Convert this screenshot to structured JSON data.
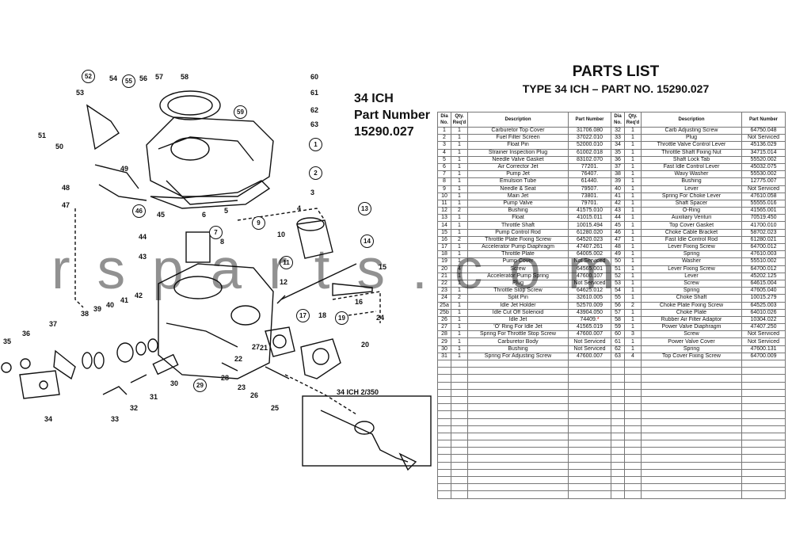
{
  "diagram": {
    "heading": {
      "line1": "34 ICH",
      "line2": "Part Number",
      "line3": "15290.027"
    },
    "inset_label": "34 ICH 2/350",
    "callouts": [
      "52",
      "55",
      "56",
      "57",
      "58",
      "59",
      "1",
      "2",
      "3",
      "4",
      "9",
      "10",
      "11",
      "12",
      "13",
      "14",
      "15",
      "16",
      "17",
      "18",
      "19",
      "20",
      "21",
      "22",
      "24",
      "25",
      "26",
      "27",
      "28",
      "29",
      "30",
      "31",
      "32",
      "33",
      "34",
      "35",
      "36",
      "37",
      "38",
      "39",
      "40",
      "41",
      "42",
      "43",
      "44",
      "45",
      "46",
      "47",
      "48",
      "49",
      "50",
      "51",
      "53",
      "54",
      "60",
      "61",
      "62",
      "63",
      "5",
      "6",
      "7",
      "8",
      "23"
    ]
  },
  "parts_list": {
    "title": "PARTS LIST",
    "subtitle": "TYPE 34 ICH  – PART NO. 15290.027",
    "headers": {
      "dia": "Dia No.",
      "qty": "Qty. Req'd",
      "description": "Description",
      "part": "Part Number"
    },
    "left_rows": [
      [
        "1",
        "1",
        "Carburetor Top Cover",
        "31706.080"
      ],
      [
        "2",
        "1",
        "Fuel Filter Screen",
        "37022.010"
      ],
      [
        "3",
        "1",
        "Float Pin",
        "52000.010"
      ],
      [
        "4",
        "1",
        "Strainer Inspection Plug",
        "61002.018"
      ],
      [
        "5",
        "1",
        "Needle Valve Gasket",
        "83102.070"
      ],
      [
        "6",
        "1",
        "Air Corrector Jet",
        "77201."
      ],
      [
        "7",
        "1",
        "Pump Jet",
        "76407."
      ],
      [
        "8",
        "1",
        "Emulsion Tube",
        "61440."
      ],
      [
        "9",
        "1",
        "Needle & Seat",
        "79507."
      ],
      [
        "10",
        "1",
        "Main Jet",
        "73801."
      ],
      [
        "11",
        "1",
        "Pump Valve",
        "79701."
      ],
      [
        "12",
        "2",
        "Bushing",
        "41575.010"
      ],
      [
        "13",
        "1",
        "Float",
        "41015.011"
      ],
      [
        "14",
        "1",
        "Throttle Shaft",
        "10015.494"
      ],
      [
        "15",
        "1",
        "Pump Control Rod",
        "61280.020"
      ],
      [
        "16",
        "2",
        "Throttle Plate Fixing Screw",
        "64520.023"
      ],
      [
        "17",
        "1",
        "Accelerator Pump Diaphragm",
        "47407.261"
      ],
      [
        "18",
        "1",
        "Throttle Plate",
        "64005.002"
      ],
      [
        "19",
        "1",
        "Pump Cover",
        "Not Serviced"
      ],
      [
        "20",
        "4",
        "Screw",
        "64565.001"
      ],
      [
        "21",
        "1",
        "Accelerator Pump Spring",
        "47600.107"
      ],
      [
        "22",
        "1",
        "Plug",
        "Not Serviced"
      ],
      [
        "23",
        "1",
        "Throttle Stop Screw",
        "64625.012"
      ],
      [
        "24",
        "2",
        "Split Pin",
        "32610.005"
      ],
      [
        "25a",
        "1",
        "Idle Jet Holder",
        "52570.009"
      ],
      [
        "25b",
        "1",
        "Idle Cut Off Solenoid",
        "43904.050"
      ],
      [
        "26",
        "1",
        "Idle Jet",
        "74409.*"
      ],
      [
        "27",
        "1",
        "'O' Ring For Idle Jet",
        "41565.019"
      ],
      [
        "28",
        "1",
        "Spring For Throttle Stop Screw",
        "47600.007"
      ],
      [
        "29",
        "1",
        "Carburetor Body",
        "Not Serviced"
      ],
      [
        "30",
        "1",
        "Bushing",
        "Not Serviced"
      ],
      [
        "31",
        "1",
        "Spring For Adjusting Screw",
        "47600.007"
      ]
    ],
    "right_rows": [
      [
        "32",
        "1",
        "Carb Adjusting Screw",
        "64750.048"
      ],
      [
        "33",
        "1",
        "Plug",
        "Not Serviced"
      ],
      [
        "34",
        "1",
        "Throttle Valve Control Lever",
        "45136.029"
      ],
      [
        "35",
        "1",
        "Throttle Shaft Fixing Nut",
        "34715.014"
      ],
      [
        "36",
        "1",
        "Shaft Lock Tab",
        "55520.002"
      ],
      [
        "37",
        "1",
        "Fast Idle Control Lever",
        "45032.075"
      ],
      [
        "38",
        "1",
        "Wavy Washer",
        "55530.002"
      ],
      [
        "39",
        "1",
        "Bushing",
        "12775.007"
      ],
      [
        "40",
        "1",
        "Lever",
        "Not Serviced"
      ],
      [
        "41",
        "1",
        "Spring For Choke Lever",
        "47610.058"
      ],
      [
        "42",
        "1",
        "Shaft Spacer",
        "55555.016"
      ],
      [
        "43",
        "1",
        "O-Ring",
        "41565.001"
      ],
      [
        "44",
        "1",
        "Auxiliary Venturi",
        "70519.450"
      ],
      [
        "45",
        "1",
        "Top Cover Gasket",
        "41700.010"
      ],
      [
        "46",
        "1",
        "Choke Cable Bracket",
        "58702.023"
      ],
      [
        "47",
        "1",
        "Fast Idle Control Rod",
        "61280.021"
      ],
      [
        "48",
        "1",
        "Lever Fixing Screw",
        "64700.012"
      ],
      [
        "49",
        "1",
        "Spring",
        "47610.003"
      ],
      [
        "50",
        "1",
        "Washer",
        "55510.002"
      ],
      [
        "51",
        "1",
        "Lever Fixing Screw",
        "64700.012"
      ],
      [
        "52",
        "1",
        "Lever",
        "45202.125"
      ],
      [
        "53",
        "1",
        "Screw",
        "64615.004"
      ],
      [
        "54",
        "1",
        "Spring",
        "47605.040"
      ],
      [
        "55",
        "1",
        "Choke Shaft",
        "10015.279"
      ],
      [
        "56",
        "2",
        "Choke Plate Fixing Screw",
        "64525.003"
      ],
      [
        "57",
        "1",
        "Choke Plate",
        "64010.026"
      ],
      [
        "58",
        "1",
        "Rubber Air Filter Adaptor",
        "10304.022"
      ],
      [
        "59",
        "1",
        "Power  Valve Diaphragm",
        "47407.250"
      ],
      [
        "60",
        "3",
        "Screw",
        "Not Serviced"
      ],
      [
        "61",
        "1",
        "Power Valve Cover",
        "Not Serviced"
      ],
      [
        "62",
        "1",
        "Spring",
        "47600.131"
      ],
      [
        "63",
        "4",
        "Top Cover Fixing Screw",
        "64700.009"
      ]
    ],
    "blank_row_count": 19
  },
  "watermark": "rsparts.com",
  "colors": {
    "ink": "#111111",
    "grid": "#777777",
    "asterisk": "#cc0000"
  }
}
